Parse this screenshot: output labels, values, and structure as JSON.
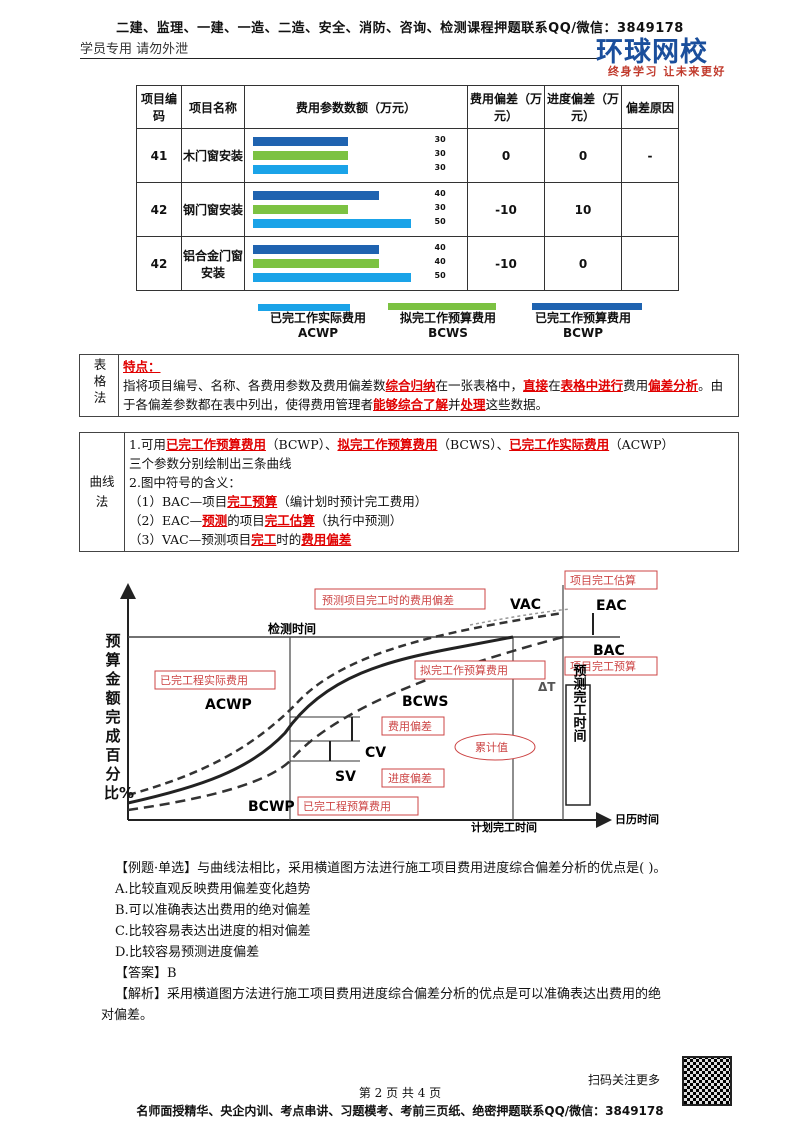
{
  "header": {
    "top_line": "二建、监理、一建、一造、二造、安全、消防、咨询、检测课程押题联系QQ/微信：3849178",
    "left_text": "学员专用  请勿外泄",
    "logo": "环球网校",
    "logo_sub": "终身学习  让未来更好"
  },
  "fee_table": {
    "headers": [
      "项目编码",
      "项目名称",
      "费用参数数额（万元）",
      "费用偏差（万元）",
      "进度偏差（万元）",
      "偏差原因"
    ],
    "rows": [
      {
        "code": "41",
        "name": "木门窗安装",
        "bars": [
          30,
          30,
          30
        ],
        "cost_dev": "0",
        "sched_dev": "0",
        "reason": "-"
      },
      {
        "code": "42",
        "name": "钢门窗安装",
        "bars": [
          40,
          30,
          50
        ],
        "cost_dev": "-10",
        "sched_dev": "10",
        "reason": ""
      },
      {
        "code": "42",
        "name": "铝合金门窗安装",
        "bars": [
          40,
          40,
          50
        ],
        "cost_dev": "-10",
        "sched_dev": "0",
        "reason": ""
      }
    ],
    "bar_colors": [
      "#1f63b0",
      "#7cc242",
      "#1aa3e8"
    ],
    "legend": [
      {
        "label": "已完工作实际费用",
        "abbr": "ACWP",
        "color": "#1aa3e8"
      },
      {
        "label": "拟完工作预算费用",
        "abbr": "BCWS",
        "color": "#7cc242"
      },
      {
        "label": "已完工作预算费用",
        "abbr": "BCWP",
        "color": "#1f63b0"
      }
    ]
  },
  "table_method": {
    "label": "表格法",
    "title": "特点：",
    "t1": "指将项目编号、名称、各费用参数及费用偏差数",
    "r1": "综合归纳",
    "t2": "在一张表格中，",
    "r2": "直接",
    "t3": "在",
    "r3": "表格中进行",
    "t4": "费用",
    "r4": "偏差分析",
    "t5": "。由于各偏差参数都在表中列出，使得费用管理者",
    "r5": "能够综合了解",
    "t6": "并",
    "r6": "处理",
    "t7": "这些数据。"
  },
  "curve_method": {
    "label": "曲线法",
    "l1a": "1.可用",
    "l1r1": "已完工作预算费用",
    "l1b": "（BCWP）、",
    "l1r2": "拟完工作预算费用",
    "l1c": "（BCWS）、",
    "l1r3": "已完工作实际费用",
    "l1d": "（ACWP）",
    "l2": "三个参数分别绘制出三条曲线",
    "l3": "2.图中符号的含义：",
    "l4a": "（1）BAC—项目",
    "l4r": "完工预算",
    "l4b": "（编计划时预计完工费用）",
    "l5a": "（2）EAC—",
    "l5r1": "预测",
    "l5b": "的项目",
    "l5r2": "完工估算",
    "l5c": "（执行中预测）",
    "l6a": "（3）VAC—预测项目",
    "l6r1": "完工",
    "l6b": "时的",
    "l6r2": "费用偏差"
  },
  "diagram": {
    "y_label": "预算金额完成百分比%",
    "x_label": "日历时间",
    "check_time": "检测时间",
    "plan_finish": "计划完工时间",
    "acwp": "ACWP",
    "bcws": "BCWS",
    "bcwp": "BCWP",
    "cv": "CV",
    "sv": "SV",
    "vac": "VAC",
    "eac": "EAC",
    "bac": "BAC",
    "dt": "ΔT",
    "box_vac": "预测项目完工时的费用偏差",
    "box_eac": "项目完工估算",
    "box_bac": "项目完工预算",
    "box_acwp": "已完工程实际费用",
    "box_bcws": "拟完工作预算费用",
    "box_cv": "费用偏差",
    "box_sv": "进度偏差",
    "box_bcwp": "已完工程预算费用",
    "box_cum": "累计值",
    "box_forecast": "预测完工时间"
  },
  "question": {
    "stem": "【例题·单选】与曲线法相比，采用横道图方法进行施工项目费用进度综合偏差分析的优点是(    )。",
    "a": "A.比较直观反映费用偏差变化趋势",
    "b": "B.可以准确表达出费用的绝对偏差",
    "c": "C.比较容易表达出进度的相对偏差",
    "d": "D.比较容易预测进度偏差",
    "answer": "【答案】B",
    "analysis_1": "【解析】采用横道图方法进行施工项目费用进度综合偏差分析的优点是可以准确表达出费用的绝",
    "analysis_2": "对偏差。"
  },
  "footer": {
    "scan": "扫码关注更多",
    "page": "第 2 页 共 4 页",
    "bottom": "名师面授精华、央企内训、考点串讲、习题模考、考前三页纸、绝密押题联系QQ/微信：3849178"
  }
}
